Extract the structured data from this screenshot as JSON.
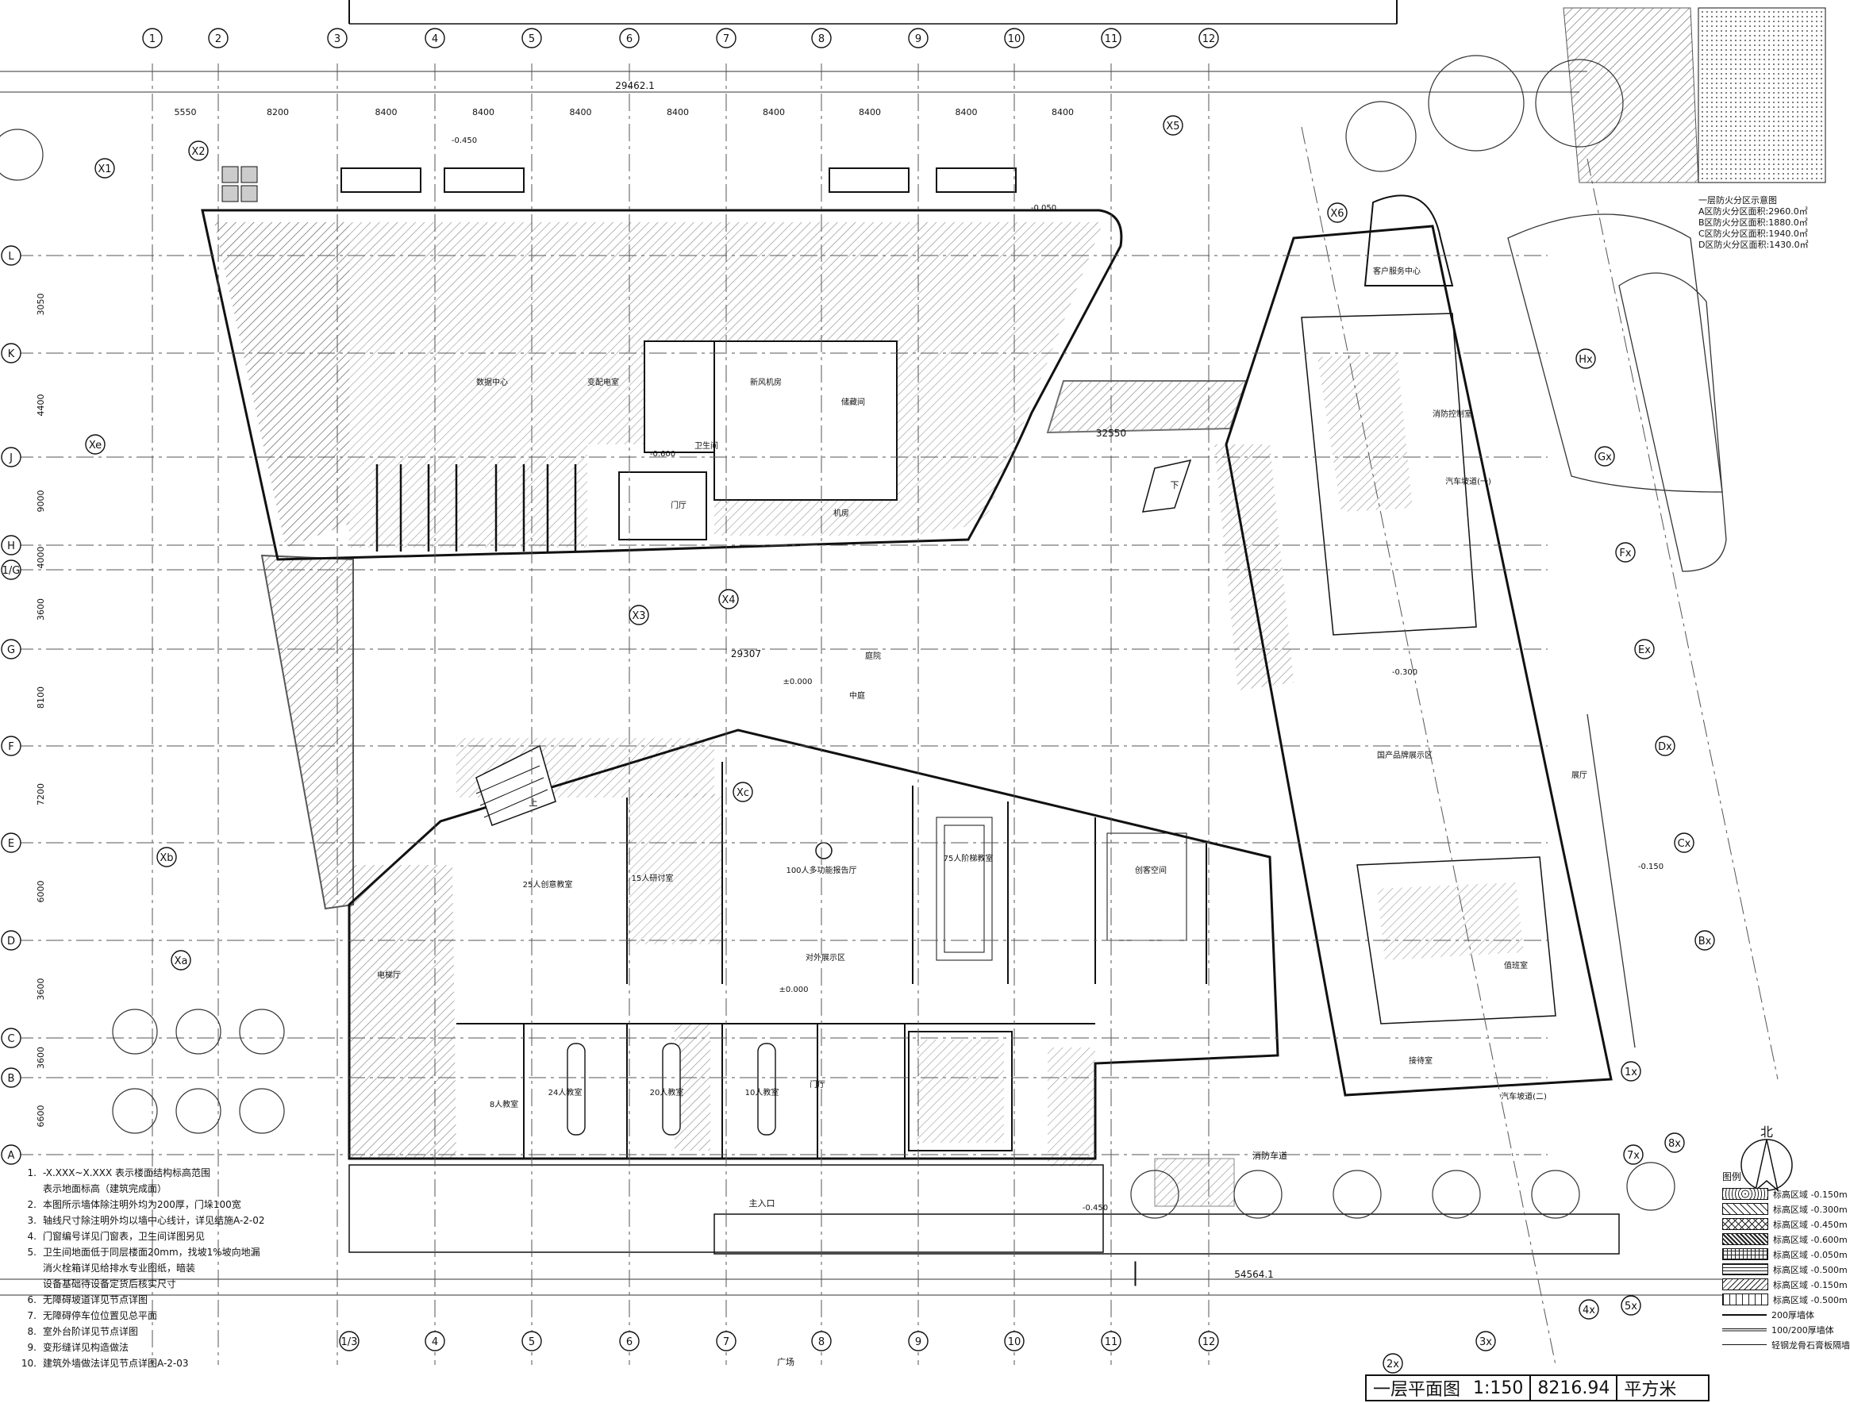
{
  "drawing": {
    "title": "一层平面图",
    "scale": "1:150",
    "area": "8216.94",
    "area_unit": "平方米"
  },
  "grid_top": [
    "1",
    "2",
    "3",
    "4",
    "5",
    "6",
    "7",
    "8",
    "9",
    "10",
    "11",
    "12"
  ],
  "grid_bottom": [
    "1/3",
    "4",
    "5",
    "6",
    "7",
    "8",
    "9",
    "10",
    "11",
    "12"
  ],
  "grid_left": [
    "L",
    "K",
    "J",
    "H",
    "1/G",
    "G",
    "F",
    "E",
    "D",
    "C",
    "B",
    "A"
  ],
  "grid_right": [
    "Hx",
    "Gx",
    "Fx",
    "Ex",
    "Dx",
    "Cx",
    "Bx"
  ],
  "grid_special": [
    "X1",
    "X2",
    "X3",
    "X4",
    "X5",
    "X6",
    "Xa",
    "Xb",
    "Xc",
    "Xe",
    "1x",
    "2x",
    "3x",
    "4x",
    "5x",
    "7x",
    "8x"
  ],
  "dimensions": {
    "top_overall": "29462.1",
    "top_spans": [
      "5550",
      "8200",
      "8400",
      "8400",
      "8400",
      "8400",
      "8400",
      "8400",
      "8400",
      "8400"
    ],
    "left_spans": [
      "3050",
      "4400",
      "9000",
      "4000",
      "3600",
      "8100",
      "7200",
      "6000",
      "3600",
      "3600",
      "6600"
    ],
    "right_overall": "54564.1",
    "mid_1": "29307",
    "mid_2": "32550"
  },
  "rooms": [
    {
      "name": "100人多功能报告厅"
    },
    {
      "name": "75人阶梯教室"
    },
    {
      "name": "25人创意教室"
    },
    {
      "name": "15人研讨室"
    },
    {
      "name": "24人教室"
    },
    {
      "name": "20人教室"
    },
    {
      "name": "10人教室"
    },
    {
      "name": "8人教室"
    },
    {
      "name": "门厅"
    },
    {
      "name": "中庭"
    },
    {
      "name": "对外展示区"
    },
    {
      "name": "庭院"
    },
    {
      "name": "创客空间"
    },
    {
      "name": "客户服务中心"
    },
    {
      "name": "国产品牌展示区"
    },
    {
      "name": "展厅"
    },
    {
      "name": "接待室"
    },
    {
      "name": "值班室"
    },
    {
      "name": "消防控制室"
    },
    {
      "name": "变配电室"
    },
    {
      "name": "新风机房"
    },
    {
      "name": "卫生间"
    },
    {
      "name": "储藏间"
    },
    {
      "name": "数据中心"
    },
    {
      "name": "汽车坡道(一)"
    },
    {
      "name": "汽车坡道(二)"
    },
    {
      "name": "机房"
    },
    {
      "name": "电梯厅"
    },
    {
      "name": "门厅"
    }
  ],
  "elevation_marks": [
    "±0.000",
    "-0.450",
    "-0.600",
    "-0.050",
    "-0.150",
    "-0.300",
    "±0.000",
    "-0.450"
  ],
  "keyplan": {
    "heading": "一层防火分区示意图",
    "lines": [
      "A区防火分区面积:2960.0㎡",
      "B区防火分区面积:1880.0㎡",
      "C区防火分区面积:1940.0㎡",
      "D区防火分区面积:1430.0㎡"
    ]
  },
  "legend": {
    "heading": "图例",
    "items": [
      {
        "label": "标高区域 -0.150m",
        "pattern": "dots"
      },
      {
        "label": "标高区域 -0.300m",
        "pattern": "hatch"
      },
      {
        "label": "标高区域 -0.450m",
        "pattern": "cross"
      },
      {
        "label": "标高区域 -0.600m",
        "pattern": "dense"
      },
      {
        "label": "标高区域 -0.050m",
        "pattern": "grid"
      },
      {
        "label": "标高区域 -0.500m",
        "pattern": "wave"
      },
      {
        "label": "标高区域 -0.150m",
        "pattern": "diag"
      },
      {
        "label": "标高区域 -0.500m",
        "pattern": "brick"
      },
      {
        "label": "200厚墙体",
        "pattern": "line"
      },
      {
        "label": "100/200厚墙体",
        "pattern": "line2"
      },
      {
        "label": "轻钢龙骨石膏板隔墙",
        "pattern": "line3"
      }
    ]
  },
  "notes": [
    {
      "num": "1.",
      "text": "-X.XXX~X.XXX  表示楼面结构标高范围"
    },
    {
      "num": "",
      "text": "表示地面标高（建筑完成面）"
    },
    {
      "num": "2.",
      "text": "本图所示墙体除注明外均为200厚，门垛100宽"
    },
    {
      "num": "3.",
      "text": "轴线尺寸除注明外均以墙中心线计，详见结施A-2-02"
    },
    {
      "num": "4.",
      "text": "门窗编号详见门窗表，卫生间详图另见"
    },
    {
      "num": "5.",
      "text": "卫生间地面低于同层楼面20mm，找坡1%坡向地漏"
    },
    {
      "num": "",
      "text": "消火栓箱详见给排水专业图纸，暗装"
    },
    {
      "num": "",
      "text": "设备基础待设备定货后核实尺寸"
    },
    {
      "num": "6.",
      "text": "无障碍坡道详见节点详图"
    },
    {
      "num": "7.",
      "text": "无障碍停车位位置见总平面"
    },
    {
      "num": "8.",
      "text": "室外台阶详见节点详图"
    },
    {
      "num": "9.",
      "text": "变形缝详见构造做法"
    },
    {
      "num": "10.",
      "text": "建筑外墙做法详见节点详图A-2-03"
    }
  ],
  "misc_labels": {
    "north": "北",
    "plaza": "广场",
    "driveway": "消防车道",
    "entrance": "主入口",
    "ramp_up": "上",
    "ramp_down": "下"
  }
}
